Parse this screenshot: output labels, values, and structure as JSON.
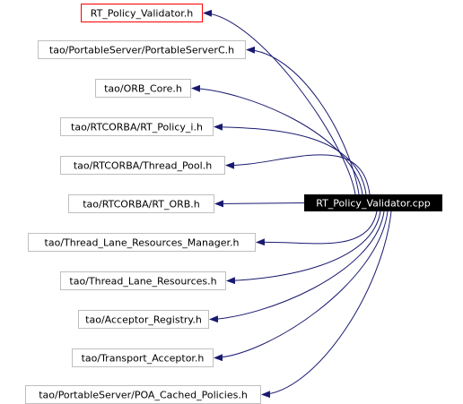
{
  "colors": {
    "edge": "#191970",
    "box_border": "#bfbfbf",
    "highlight_border": "#ff0000",
    "source_fill": "#000000",
    "source_text": "#ffffff",
    "text": "#000000"
  },
  "source": {
    "label": "RT_Policy_Validator.cpp"
  },
  "includes": [
    {
      "label": "RT_Policy_Validator.h",
      "highlighted": true
    },
    {
      "label": "tao/PortableServer/PortableServerC.h",
      "highlighted": false
    },
    {
      "label": "tao/ORB_Core.h",
      "highlighted": false
    },
    {
      "label": "tao/RTCORBA/RT_Policy_i.h",
      "highlighted": false
    },
    {
      "label": "tao/RTCORBA/Thread_Pool.h",
      "highlighted": false
    },
    {
      "label": "tao/RTCORBA/RT_ORB.h",
      "highlighted": false
    },
    {
      "label": "tao/Thread_Lane_Resources_Manager.h",
      "highlighted": false
    },
    {
      "label": "tao/Thread_Lane_Resources.h",
      "highlighted": false
    },
    {
      "label": "tao/Acceptor_Registry.h",
      "highlighted": false
    },
    {
      "label": "tao/Transport_Acceptor.h",
      "highlighted": false
    },
    {
      "label": "tao/PortableServer/POA_Cached_Policies.h",
      "highlighted": false
    }
  ]
}
